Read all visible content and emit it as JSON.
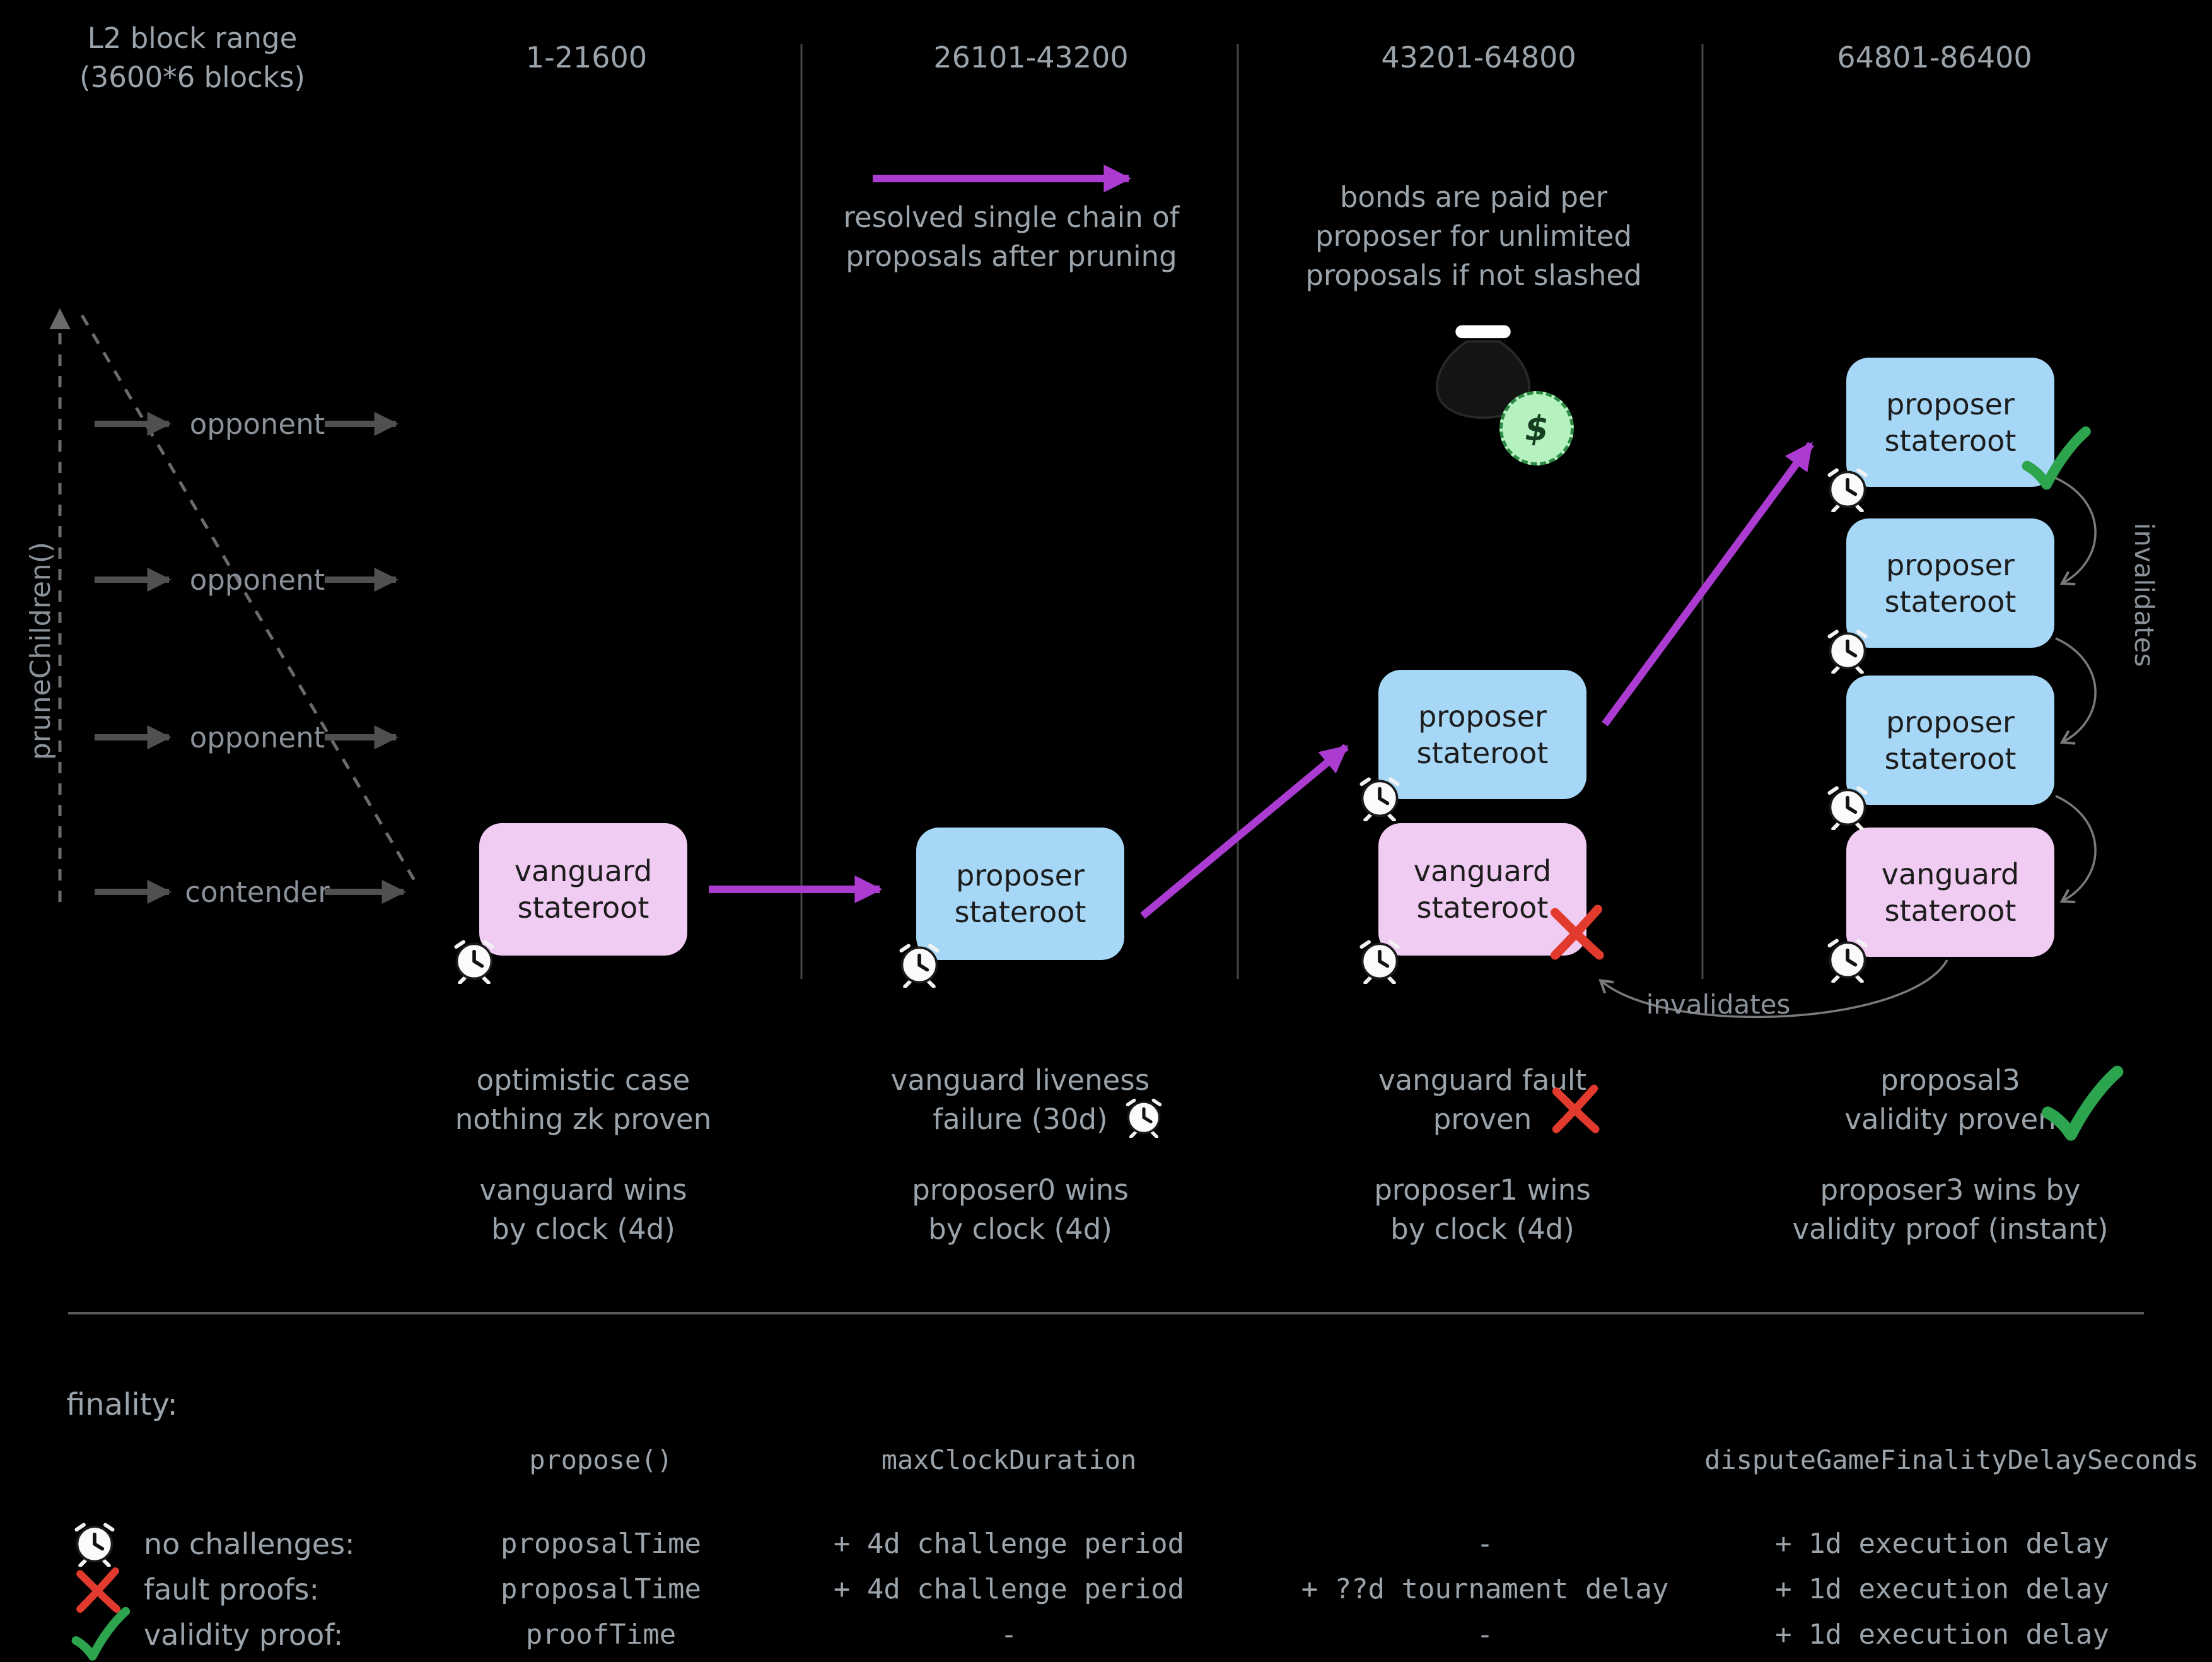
{
  "header": {
    "range_line1": "L2 block range",
    "range_line2": "(3600*6 blocks)",
    "col1": "1-21600",
    "col2": "26101-43200",
    "col3": "43201-64800",
    "col4": "64801-86400"
  },
  "left": {
    "prune_label": "pruneChildren()",
    "opponent1": "opponent",
    "opponent2": "opponent",
    "opponent3": "opponent",
    "contender": "contender"
  },
  "annotations": {
    "resolved_line1": "resolved single chain of",
    "resolved_line2": "proposals after pruning",
    "bonds_line1": "bonds are paid per",
    "bonds_line2": "proposer for unlimited",
    "bonds_line3": "proposals if not slashed",
    "coin_symbol": "$",
    "invalidates_side": "invalidates",
    "invalidates_bottom": "invalidates"
  },
  "boxes": {
    "vanguard0": {
      "line1": "vanguard",
      "line2": "stateroot"
    },
    "proposer0": {
      "line1": "proposer",
      "line2": "stateroot"
    },
    "proposer1": {
      "line1": "proposer",
      "line2": "stateroot"
    },
    "vanguard1": {
      "line1": "vanguard",
      "line2": "stateroot"
    },
    "proposer3_top": {
      "line1": "proposer",
      "line2": "stateroot"
    },
    "proposer3_mid": {
      "line1": "proposer",
      "line2": "stateroot"
    },
    "proposer3_low": {
      "line1": "proposer",
      "line2": "stateroot"
    },
    "vanguard3": {
      "line1": "vanguard",
      "line2": "stateroot"
    }
  },
  "captions": {
    "col1": {
      "result1": "optimistic case",
      "result2": "nothing zk proven",
      "winner1": "vanguard wins",
      "winner2": "by clock (4d)"
    },
    "col2": {
      "result1": "vanguard liveness",
      "result2": "failure (30d)",
      "winner1": "proposer0 wins",
      "winner2": "by clock (4d)"
    },
    "col3": {
      "result1": "vanguard fault",
      "result2": "proven",
      "winner1": "proposer1 wins",
      "winner2": "by clock (4d)"
    },
    "col4": {
      "result1": "proposal3",
      "result2": "validity proven",
      "winner1": "proposer3 wins by",
      "winner2": "validity proof (instant)"
    }
  },
  "finality": {
    "title": "finality:",
    "header_propose": "propose()",
    "header_max_clock": "maxClockDuration",
    "header_dispute": "disputeGameFinalityDelaySeconds",
    "rows": [
      {
        "label": "no challenges:",
        "propose": "proposalTime",
        "clock": "+ 4d challenge period",
        "tournament": "-",
        "delay": "+ 1d execution delay"
      },
      {
        "label": "fault proofs:",
        "propose": "proposalTime",
        "clock": "+ 4d challenge period",
        "tournament": "+ ??d tournament delay",
        "delay": "+ 1d execution delay"
      },
      {
        "label": "validity proof:",
        "propose": "proofTime",
        "clock": "-",
        "tournament": "-",
        "delay": "+ 1d execution delay"
      }
    ]
  },
  "colors": {
    "background": "#000000",
    "text": "#9ba3ab",
    "pink_box": "#f0cbf2",
    "blue_box": "#a6d7f6",
    "purple_arrow": "#ab3bd1",
    "red_x": "#e23a2c",
    "green_check": "#2da44e",
    "coin_fill": "#b5f2c0"
  }
}
